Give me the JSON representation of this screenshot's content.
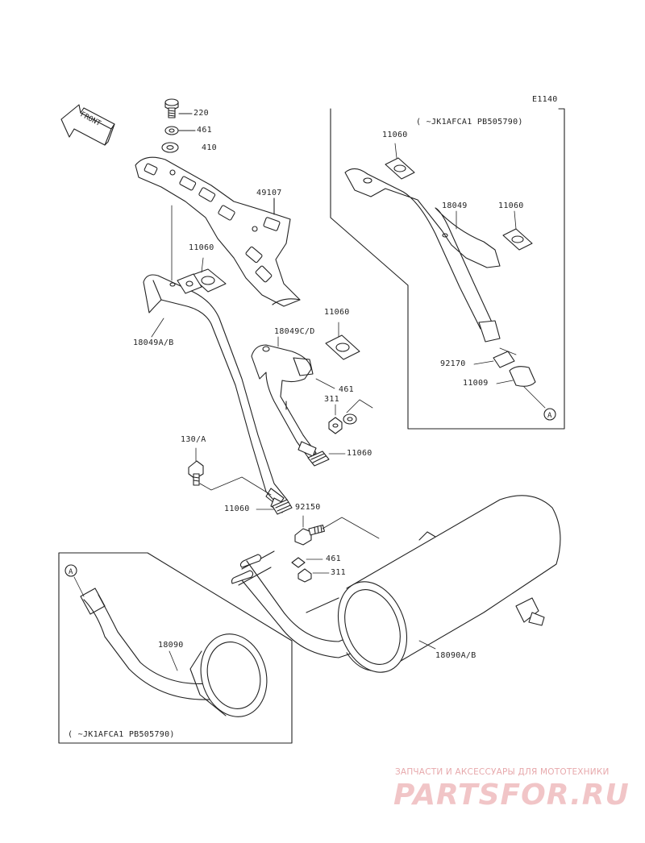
{
  "diagram_code": "E1140",
  "front_label": "FRONT",
  "callouts": {
    "c220": "220",
    "c461_top": "461",
    "c410": "410",
    "c49107": "49107",
    "c11060_a": "11060",
    "c18049ab": "18049A/B",
    "c11060_b": "11060",
    "c18049cd": "18049C/D",
    "c461_mid": "461",
    "c311_mid": "311",
    "c11060_c": "11060",
    "c130a": "130/A",
    "c11060_d": "11060",
    "c92150": "92150",
    "c461_low": "461",
    "c311_low": "311",
    "c18090ab": "18090A/B",
    "c11060_inset_top": "11060",
    "c18049_inset": "18049",
    "c11060_inset_right": "11060",
    "c92170": "92170",
    "c11009": "11009",
    "c18090": "18090"
  },
  "inset_top_note": "(  ~JK1AFCA1 PB505790)",
  "inset_bottom_note": "(  ~JK1AFCA1 PB505790)",
  "ref_marker_top": "A",
  "ref_marker_bottom": "A",
  "watermark": {
    "tagline": "ЗАПЧАСТИ И АКСЕССУАРЫ ДЛЯ МОТОТЕХНИКИ",
    "logo": "PARTSFOR.RU",
    "color": "#f1c5c7"
  }
}
